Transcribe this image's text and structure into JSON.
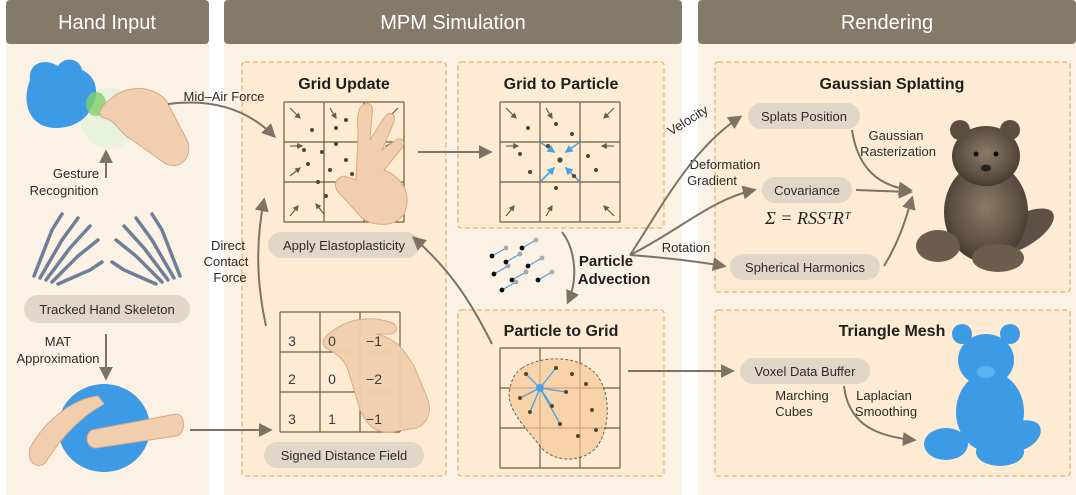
{
  "sections": {
    "hand_input": "Hand Input",
    "mpm_simulation": "MPM Simulation",
    "rendering": "Rendering"
  },
  "panels": {
    "grid_update": "Grid Update",
    "grid_to_particle": "Grid to Particle",
    "particle_to_grid": "Particle to Grid",
    "gaussian_splatting": "Gaussian Splatting",
    "triangle_mesh": "Triangle Mesh"
  },
  "pills": {
    "tracked_hand_skeleton": "Tracked Hand Skeleton",
    "apply_elastoplasticity": "Apply Elastoplasticity",
    "signed_distance_field": "Signed Distance Field",
    "splats_position": "Splats Position",
    "covariance": "Covariance",
    "spherical_harmonics": "Spherical Harmonics",
    "voxel_data_buffer": "Voxel Data Buffer"
  },
  "labels": {
    "mid_air_force": "Mid–Air Force",
    "gesture": "Gesture",
    "recognition": "Recognition",
    "mat": "MAT",
    "approximation": "Approximation",
    "direct": "Direct",
    "contact": "Contact",
    "force": "Force",
    "particle": "Particle",
    "advection": "Advection",
    "velocity": "Velocity",
    "deformation": "Deformation",
    "gradient": "Gradient",
    "rotation": "Rotation",
    "gaussian": "Gaussian",
    "rasterization": "Rasterization",
    "marching": "Marching",
    "cubes": "Cubes",
    "laplacian": "Laplacian",
    "smoothing": "Smoothing",
    "formula": "Σ = RSSᵀRᵀ"
  },
  "sdf_values": [
    "3",
    "0",
    "−1",
    "2",
    "0",
    "−2",
    "3",
    "1",
    "−1"
  ],
  "colors": {
    "header": "#857a69",
    "column_bg": "#fbf2e5",
    "panel_bg": "#fdecd3",
    "panel_border": "#e3b56a",
    "pill": "#e1d7c8",
    "arrow": "#7d7263",
    "grid": "#6f5b38",
    "particle": "#5a4424",
    "blue": "#4aa3e0",
    "skin": "#f1cfae"
  }
}
